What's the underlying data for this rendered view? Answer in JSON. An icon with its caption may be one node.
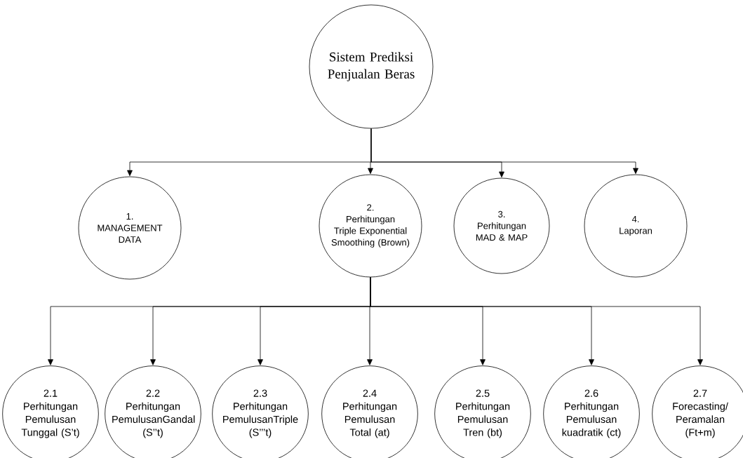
{
  "diagram": {
    "nodes": [
      {
        "text": [
          "Sistem Prediksi Penjualan Beras"
        ]
      },
      {
        "text": [
          "1.",
          "MANAGEMENT DATA"
        ]
      },
      {
        "text": [
          "2.",
          "Perhitungan Triple Exponential Smoothing (Brown)"
        ]
      },
      {
        "text": [
          "3.",
          "Perhitungan MAD & MAP"
        ]
      },
      {
        "text": [
          "4.",
          "Laporan"
        ]
      },
      {
        "text": [
          "2.1",
          "Perhitungan Pemulusan Tunggal (S’t)"
        ]
      },
      {
        "text": [
          "2.2",
          "Perhitungan PemulusanGandal (S’’t)"
        ]
      },
      {
        "text": [
          "2.3",
          "Perhitungan PemulusanTriple (S’’’t)"
        ]
      },
      {
        "text": [
          "2.4",
          "Perhitungan Pemulusan Total (at)"
        ]
      },
      {
        "text": [
          "2.5",
          "Perhitungan Pemulusan Tren (bt)"
        ]
      },
      {
        "text": [
          "2.6",
          "Perhitungan Pemulusan kuadratik (ct)"
        ]
      },
      {
        "text": [
          "2.7",
          "Forecasting/ Peramalan (Ft+m)"
        ]
      }
    ],
    "edges": [
      {
        "from": 0,
        "to": 1,
        "arrow": "to"
      },
      {
        "from": 0,
        "to": 2,
        "arrow": "to"
      },
      {
        "from": 0,
        "to": 3,
        "arrow": "to"
      },
      {
        "from": 0,
        "to": 4,
        "arrow": "to"
      },
      {
        "from": 2,
        "to": 5,
        "arrow": "to"
      },
      {
        "from": 2,
        "to": 6,
        "arrow": "to"
      },
      {
        "from": 2,
        "to": 7,
        "arrow": "to"
      },
      {
        "from": 2,
        "to": 8,
        "arrow": "to"
      },
      {
        "from": 2,
        "to": 9,
        "arrow": "to"
      },
      {
        "from": 2,
        "to": 10,
        "arrow": "to"
      },
      {
        "from": 2,
        "to": 11,
        "arrow": "to"
      }
    ]
  }
}
